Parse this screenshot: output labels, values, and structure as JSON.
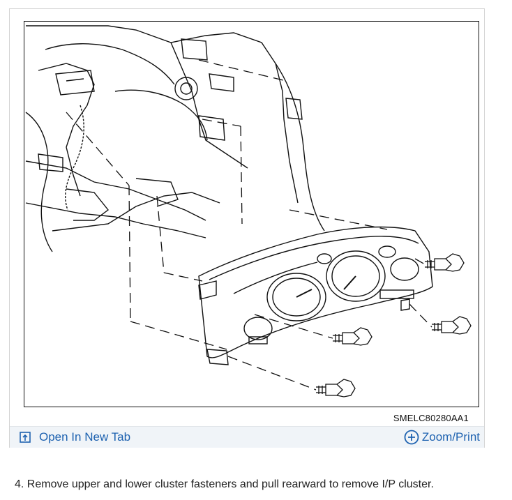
{
  "figure": {
    "code": "SMELC80280AA1",
    "actions": {
      "open_label": "Open In New Tab",
      "zoom_label": "Zoom/Print"
    },
    "icons": {
      "open": "open-new-tab-icon",
      "zoom": "zoom-plus-circle-icon"
    },
    "accent_color": "#1e62b0"
  },
  "caption": "4. Remove upper and lower cluster fasteners and pull rearward to remove I/P cluster."
}
